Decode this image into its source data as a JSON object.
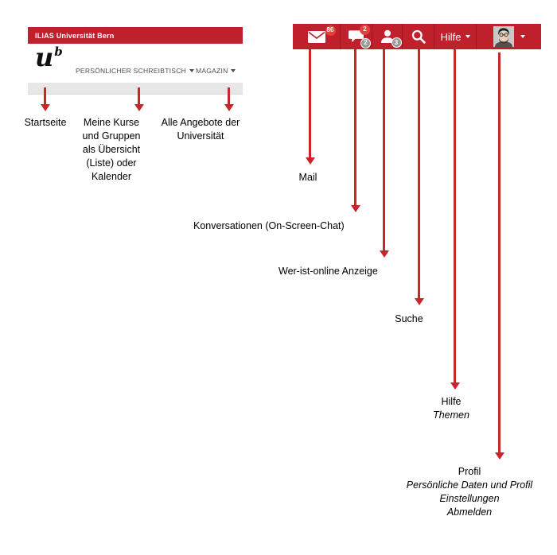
{
  "colors": {
    "bar_red": "#bf202b",
    "arrow_red": "#c9262c",
    "badge_red": "#e2423c",
    "badge_gray": "#9a9a9a"
  },
  "header": {
    "title": "ILIAS Universität Bern",
    "logo_main": "u",
    "logo_sup": "b"
  },
  "nav": {
    "desk_label": "PERSÖNLICHER SCHREIBTISCH",
    "magazin_label": "MAGAZIN"
  },
  "toolbar": {
    "help_label": "Hilfe",
    "badges": {
      "mail_unread": "86",
      "chat_top": "2",
      "chat_bottom": "2",
      "online_users": "3"
    },
    "icons": {
      "mail": "envelope-icon",
      "conversations": "speech-bubble-icon",
      "who_is_online": "person-icon",
      "search": "magnifier-icon",
      "help": "chevron-down-icon",
      "profile": "avatar-photo, chevron-down-icon"
    }
  },
  "annotations": {
    "startseite": "Startseite",
    "desk": "Meine Kurse und Gruppen als Übersicht (Liste) oder Kalender",
    "magazin": "Alle Angebote der Universität",
    "mail": "Mail",
    "conversations": "Konversationen (On-Screen-Chat)",
    "who_is_online": "Wer-ist-online Anzeige",
    "search": "Suche",
    "help_title": "Hilfe",
    "help_sub": "Themen",
    "profile_title": "Profil",
    "profile_lines": [
      "Persönliche Daten und Profil",
      "Einstellungen",
      "Abmelden"
    ]
  }
}
